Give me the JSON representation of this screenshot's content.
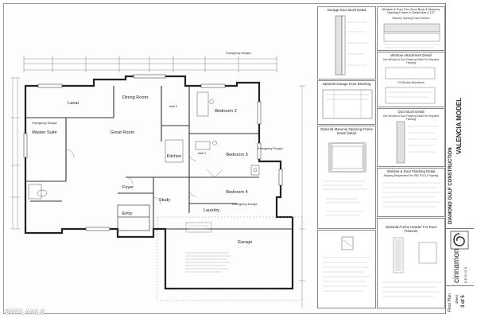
{
  "floor_plan": {
    "rooms": {
      "lanai": "Lanai",
      "dining_room": "Dining Room",
      "master_suite": "Master Suite",
      "great_room": "Great Room",
      "kitchen": "Kitchen",
      "bath_2": "bath 2",
      "bath_3": "bath 3",
      "bedroom_2": "Bedroom 2",
      "bedroom_3": "Bedroom 3",
      "bedroom_4": "Bedroom 4",
      "foyer": "Foyer",
      "study": "Study",
      "entry": "Entry",
      "laundry": "Laundry",
      "garage": "Garage"
    },
    "callouts": {
      "escape_top": "Emergency Escape",
      "escape_lanai": "Emergency Escape",
      "escape_bed3": "Emergency Escape",
      "escape_bed4": "Emergency Escape"
    }
  },
  "details": {
    "garage_door_buck": "Garage Door Buck Detail",
    "window_prep": "Window & Prep Thru Door Buck & Masonry Opening Frame In Detail Max 4 1/2\"",
    "masonry_section": "Masonry Opening Frame Section",
    "window_attachment": "Window Attachment Detail",
    "see_flashing": "See Window & Door Flashing Detail For Required Flashing",
    "fill_window": "Fill Window Attachment",
    "garage_blocking": "Optional Garage Door Blocking",
    "masonry_frame_down": "Optional Masonry Opening Frame Down Detail",
    "door_buck": "Door Buck Detail",
    "see_flashing_2": "See Window & Door Flashing Detail For Required Flashing",
    "flashing": "Window & Door Flashing Detail",
    "flashing_req": "Flashing Requirement Per FBC R703.4 Flashing",
    "frame_header": "Optional Frame Header For Door Transom"
  },
  "title_block": {
    "model": "VALENCIA MODEL",
    "builder": "DIAMOND GULF CONSTRUCTION",
    "firm": "cinnamon",
    "firm_sub": "DESIGN",
    "sheet_name": "Floor Plan",
    "sheet_label": "sheet",
    "sheet_number": "3 of 5"
  },
  "watermark": "SWFLAMLS",
  "colors": {
    "line": "#222222",
    "faint": "#8a8a8a",
    "hatch": "#bdbdbd"
  }
}
